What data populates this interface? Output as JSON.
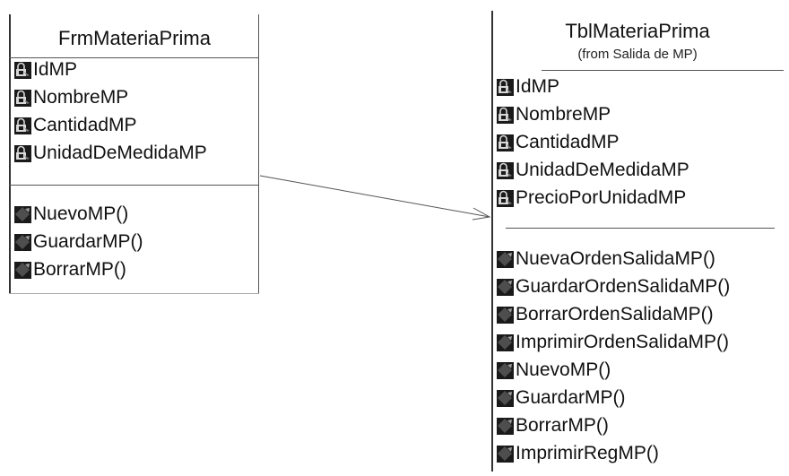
{
  "classes": [
    {
      "name": "FrmMateriaPrima",
      "subtitle": "",
      "attributes": [
        "IdMP",
        "NombreMP",
        "CantidadMP",
        "UnidadDeMedidaMP"
      ],
      "operations": [
        "NuevoMP()",
        "GuardarMP()",
        "BorrarMP()"
      ]
    },
    {
      "name": "TblMateriaPrima",
      "subtitle": "(from Salida de MP)",
      "attributes": [
        "IdMP",
        "NombreMP",
        "CantidadMP",
        "UnidadDeMedidaMP",
        "PrecioPorUnidadMP"
      ],
      "operations": [
        "NuevaOrdenSalidaMP()",
        "GuardarOrdenSalidaMP()",
        "BorrarOrdenSalidaMP()",
        "ImprimirOrdenSalidaMP()",
        "NuevoMP()",
        "GuardarMP()",
        "BorrarMP()",
        "ImprimirRegMP()"
      ]
    }
  ],
  "icons": {
    "attribute": "private-attribute-icon",
    "operation": "operation-icon"
  },
  "colors": {
    "line": "#333333",
    "icon_dark": "#1a1a1a",
    "icon_mid": "#7a7a7a",
    "icon_light": "#d8d8d8"
  }
}
